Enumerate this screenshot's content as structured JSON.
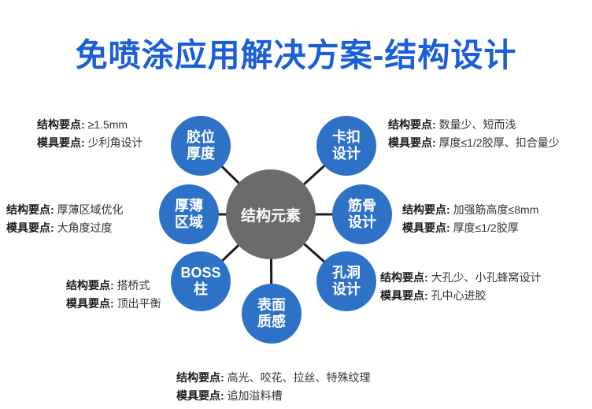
{
  "title": "免喷涂应用解决方案-结构设计",
  "colors": {
    "title": "#1a5ed8",
    "node": "#2e72c8",
    "center": "#6b6b6b",
    "line": "#1c1c1c",
    "text": "#333333"
  },
  "center_node": {
    "label": "结构元素"
  },
  "nodes": [
    {
      "label": "胶位\n厚度",
      "structure_label": "结构要点:",
      "structure_value": "≥1.5mm",
      "mold_label": "模具要点:",
      "mold_value": "少利角设计"
    },
    {
      "label": "卡扣\n设计",
      "structure_label": "结构要点:",
      "structure_value": "数量少、短而浅",
      "mold_label": "模具要点:",
      "mold_value": "厚度≤1/2胶厚、扣合量少"
    },
    {
      "label": "厚薄\n区域",
      "structure_label": "结构要点:",
      "structure_value": "厚薄区域优化",
      "mold_label": "模具要点:",
      "mold_value": "大角度过度"
    },
    {
      "label": "筋骨\n设计",
      "structure_label": "结构要点:",
      "structure_value": "加强筋高度≤8mm",
      "mold_label": "模具要点:",
      "mold_value": "厚度≤1/2胶厚"
    },
    {
      "label": "BOSS\n柱",
      "structure_label": "结构要点:",
      "structure_value": "搭桥式",
      "mold_label": "模具要点:",
      "mold_value": "顶出平衡"
    },
    {
      "label": "孔洞\n设计",
      "structure_label": "结构要点:",
      "structure_value": "大孔少、小孔蜂窝设计",
      "mold_label": "模具要点:",
      "mold_value": "孔中心进胶"
    },
    {
      "label": "表面\n质感",
      "structure_label": "结构要点:",
      "structure_value": "高光、咬花、拉丝、特殊纹理",
      "mold_label": "模具要点:",
      "mold_value": "追加溢料槽"
    }
  ]
}
